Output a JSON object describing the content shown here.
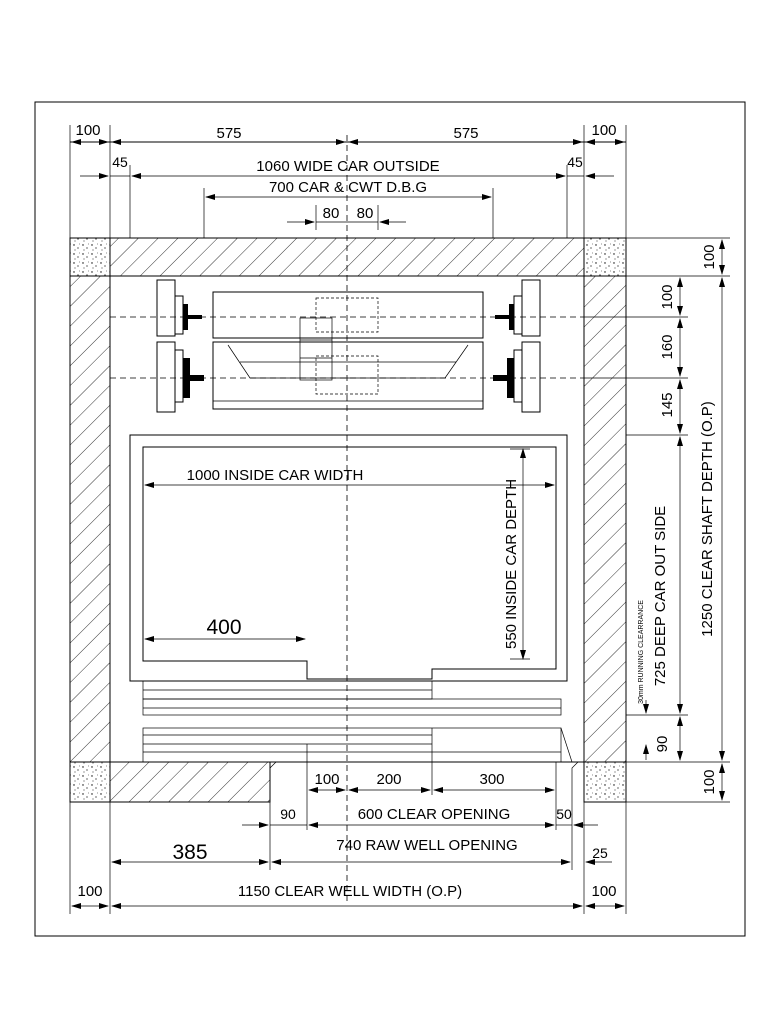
{
  "dimensions": {
    "top_left_100": "100",
    "top_left_575": "575",
    "top_right_575": "575",
    "top_right_100": "100",
    "left_45": "45",
    "right_45": "45",
    "car_outside": "1060 WIDE CAR OUTSIDE",
    "car_cwt_dbg": "700 CAR & CWT D.B.G",
    "rail_80_left": "80",
    "rail_80_right": "80",
    "inside_car_width": "1000 INSIDE CAR WIDTH",
    "inside_car_depth": "550 INSIDE CAR DEPTH",
    "door_400": "400",
    "sill_100": "100",
    "sill_200": "200",
    "sill_300": "300",
    "left_90": "90",
    "clear_opening": "600  CLEAR OPENING",
    "right_50": "50",
    "left_385": "385",
    "raw_well_opening": "740 RAW WELL OPENING",
    "right_25": "25",
    "bottom_left_100": "100",
    "clear_well_width": "1150 CLEAR WELL WIDTH (O.P)",
    "bottom_right_100": "100",
    "right_top_100": "100",
    "right_100_a": "100",
    "right_160": "160",
    "right_145": "145",
    "deep_car_outside": "725 DEEP CAR OUT SIDE",
    "running_clearance": "30mm RUNNING CLEARRANCE",
    "right_90": "90",
    "right_bottom_100": "100",
    "clear_shaft_depth": "1250 CLEAR SHAFT DEPTH (O.P)"
  }
}
